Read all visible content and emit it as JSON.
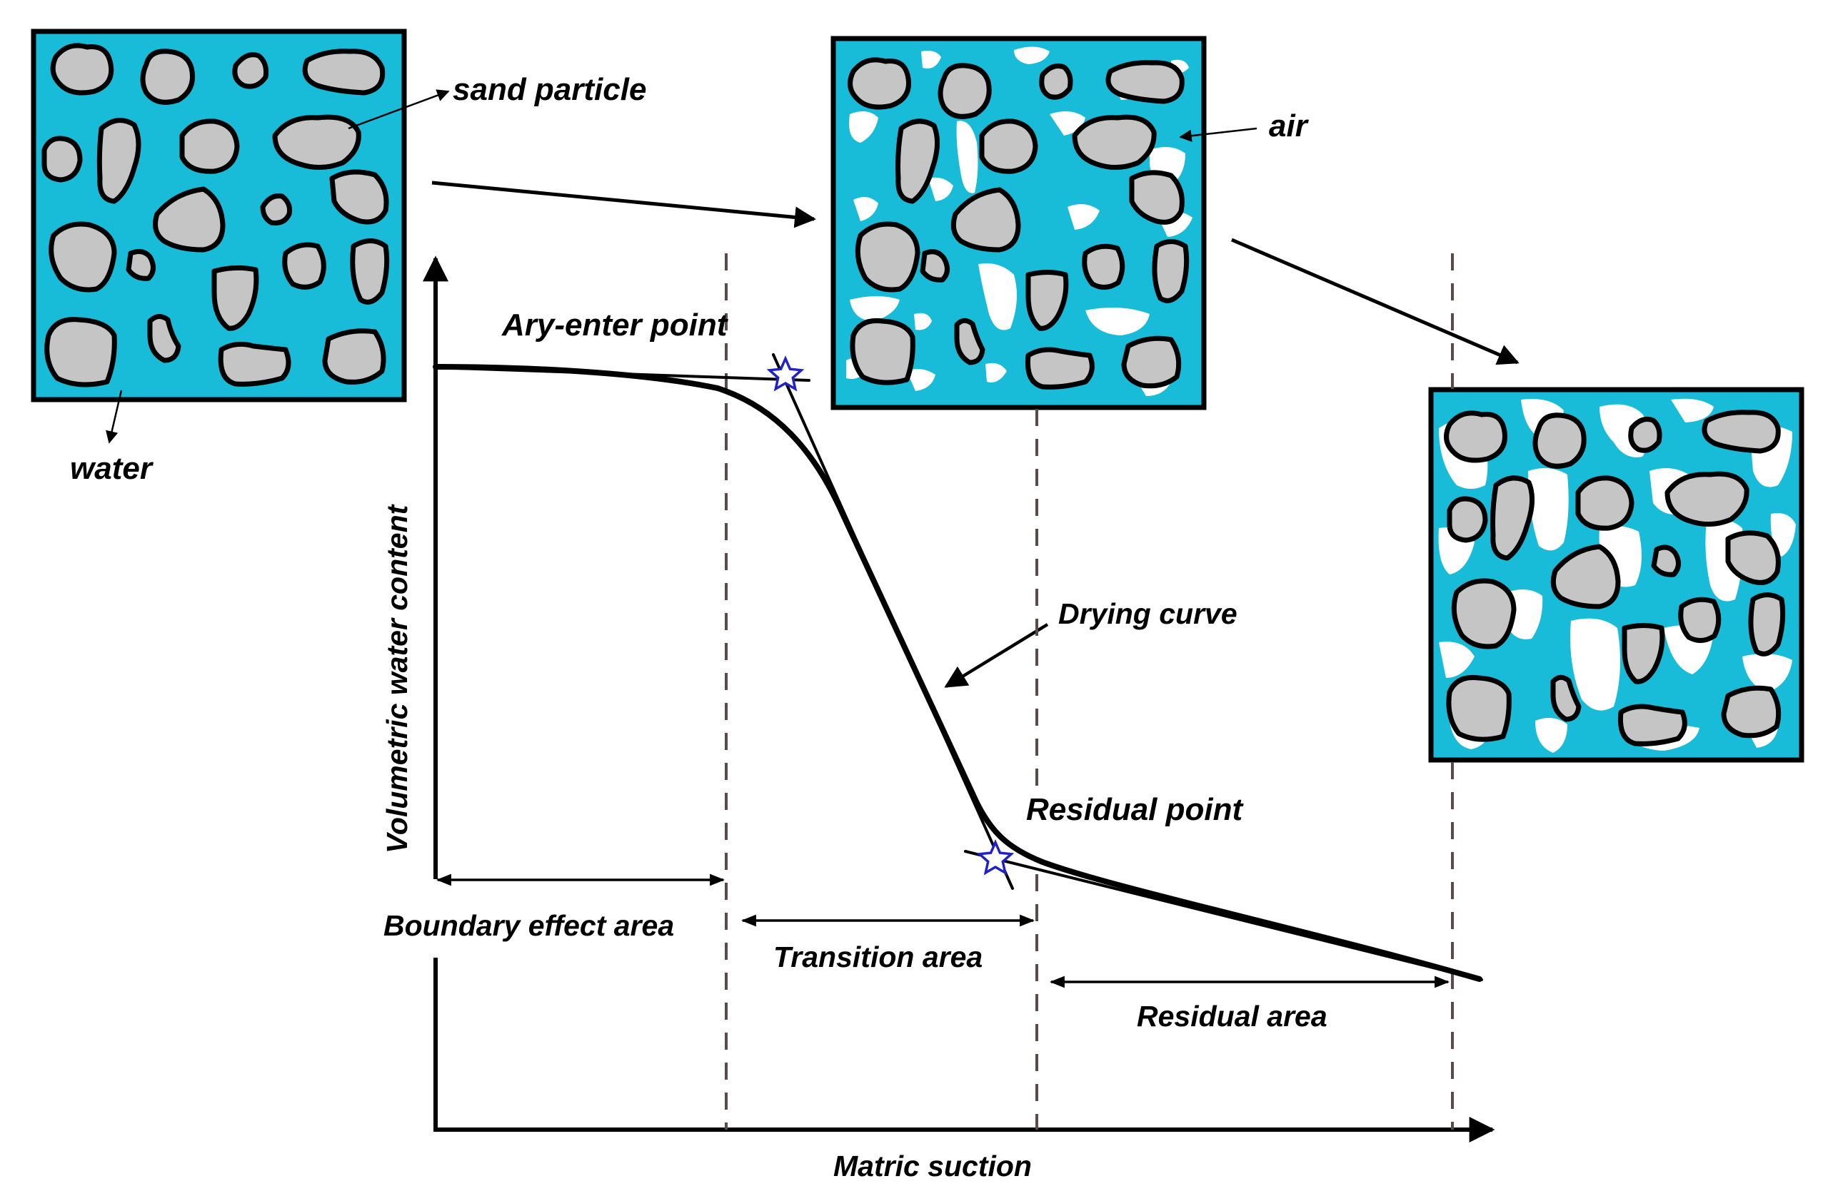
{
  "colors": {
    "water": "#18bcd9",
    "particle": "#c5c5c5",
    "air": "#ffffff",
    "outline": "#000000",
    "marker": "#1f22c8",
    "guide": "#5a4a48"
  },
  "labels": {
    "sand_particle": "sand particle",
    "water": "water",
    "air": "air",
    "air_entry_point": "Ary-enter point",
    "residual_point": "Residual point",
    "drying_curve": "Drying curve",
    "y_axis": "Volumetric water content",
    "x_axis": "Matric suction",
    "boundary_effect_area": "Boundary effect area",
    "transition_area": "Transition area",
    "residual_area": "Residual area"
  },
  "panels": [
    {
      "id": "saturated",
      "state": "water-filled pores"
    },
    {
      "id": "desaturating",
      "state": "air entering pores"
    },
    {
      "id": "residual",
      "state": "mostly air-filled pores"
    }
  ],
  "markers": [
    {
      "name": "air-entry",
      "shape": "star-icon"
    },
    {
      "name": "residual",
      "shape": "star-icon"
    }
  ]
}
